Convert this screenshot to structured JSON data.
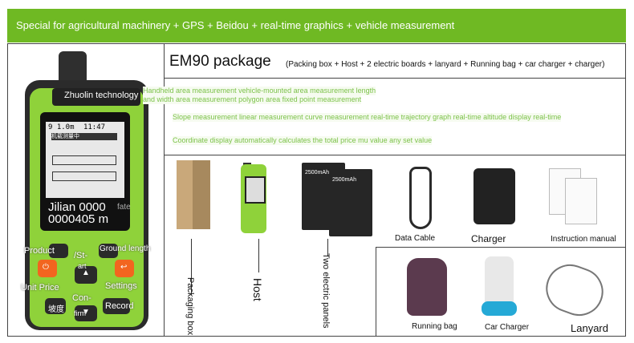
{
  "banner": {
    "text": "Special for agricultural machinery + GPS + Beidou + real-time graphics + vehicle measurement"
  },
  "device": {
    "brand": "Zhuolin technology",
    "screen_status_left": "9",
    "screen_status_mid": "1.0m",
    "screen_time": "11:47",
    "screen_title": "机载测量中",
    "readout_line1": "Jilian 0000",
    "readout_line2": "0000405 m",
    "faint_fate": "fate",
    "overlay_product": "Product",
    "overlay_st": "/St-",
    "overlay_art": "art",
    "overlay_ground_length": "Ground length",
    "overlay_unit_price": "Unit Price",
    "overlay_settings": "Settings",
    "overlay_con": "Con-",
    "overlay_firm": "firm",
    "overlay_record": "Record",
    "key_slope": "坡度"
  },
  "package": {
    "title": "EM90 package",
    "contents": "(Packing box + Host + 2 electric boards + lanyard + Running bag + car charger + charger)"
  },
  "features": {
    "line1a": "Handheld area measurement vehicle-mounted area measurement length",
    "line1b": "and width area measurement polygon area fixed point measurement",
    "line2": "Slope measurement linear measurement curve measurement real-time trajectory graph real-time altitude display real-time",
    "line3": "Coordinate display automatically calculates the total price mu value any set value"
  },
  "products": {
    "packaging_box": "Packaging box",
    "host": "Host",
    "two_panels": "Two electric panels",
    "battery_capacity": "2500mAh",
    "data_cable": "Data Cable",
    "charger": "Charger",
    "instruction_manual": "Instruction manual",
    "running_bag": "Running bag",
    "car_charger": "Car Charger",
    "lanyard": "Lanyard"
  },
  "colors": {
    "banner_green": "#6fb923",
    "device_green": "#8fd23a",
    "button_orange": "#f2651f",
    "feature_text": "#7cc24a"
  }
}
